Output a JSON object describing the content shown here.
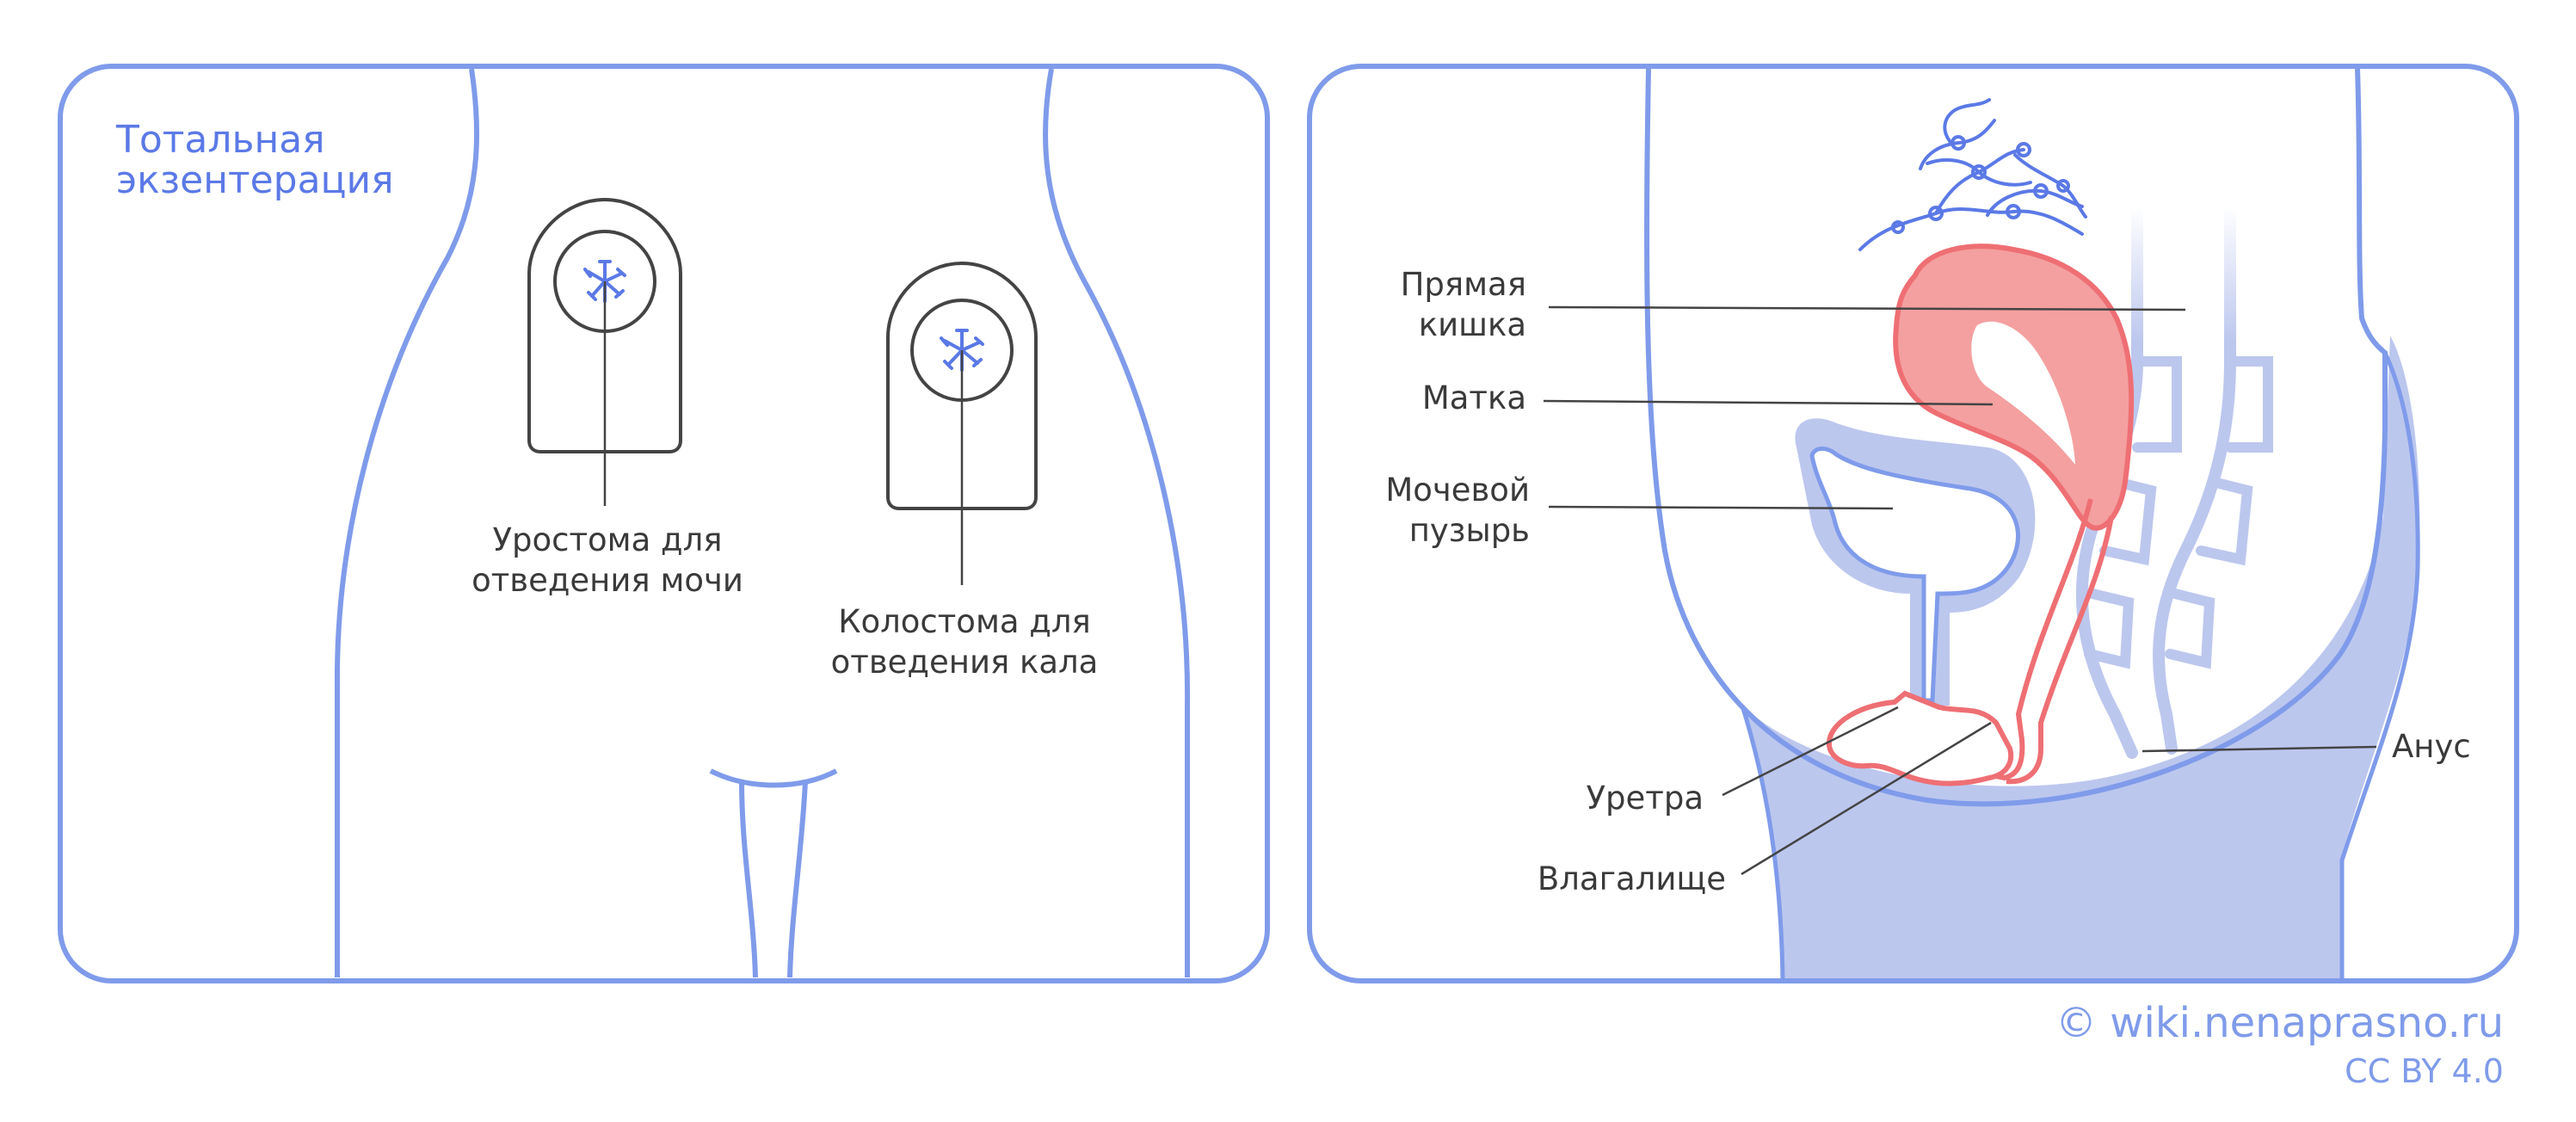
{
  "colors": {
    "frame": "#7f9bea",
    "title": "#5b79e6",
    "fill_blue": "#bcc7ee",
    "rectum_fill": "#f4a0a0",
    "rectum_stroke": "#ee6f74",
    "text": "#3a3a3a",
    "dark_line": "#444444"
  },
  "left_panel": {
    "title_line1": "Тотальная",
    "title_line2": "экзентерация",
    "urostomy_line1": "Уростома для",
    "urostomy_line2": "отведения мочи",
    "colostomy_line1": "Колостома для",
    "colostomy_line2": "отведения кала"
  },
  "right_panel": {
    "rectum_line1": "Прямая",
    "rectum_line2": "кишка",
    "uterus": "Матка",
    "bladder_line1": "Мочевой",
    "bladder_line2": "пузырь",
    "urethra": "Уретра",
    "vagina": "Влагалище",
    "anus": "Анус"
  },
  "credit": {
    "site": "© wiki.nenaprasno.ru",
    "license": "CC BY 4.0"
  }
}
